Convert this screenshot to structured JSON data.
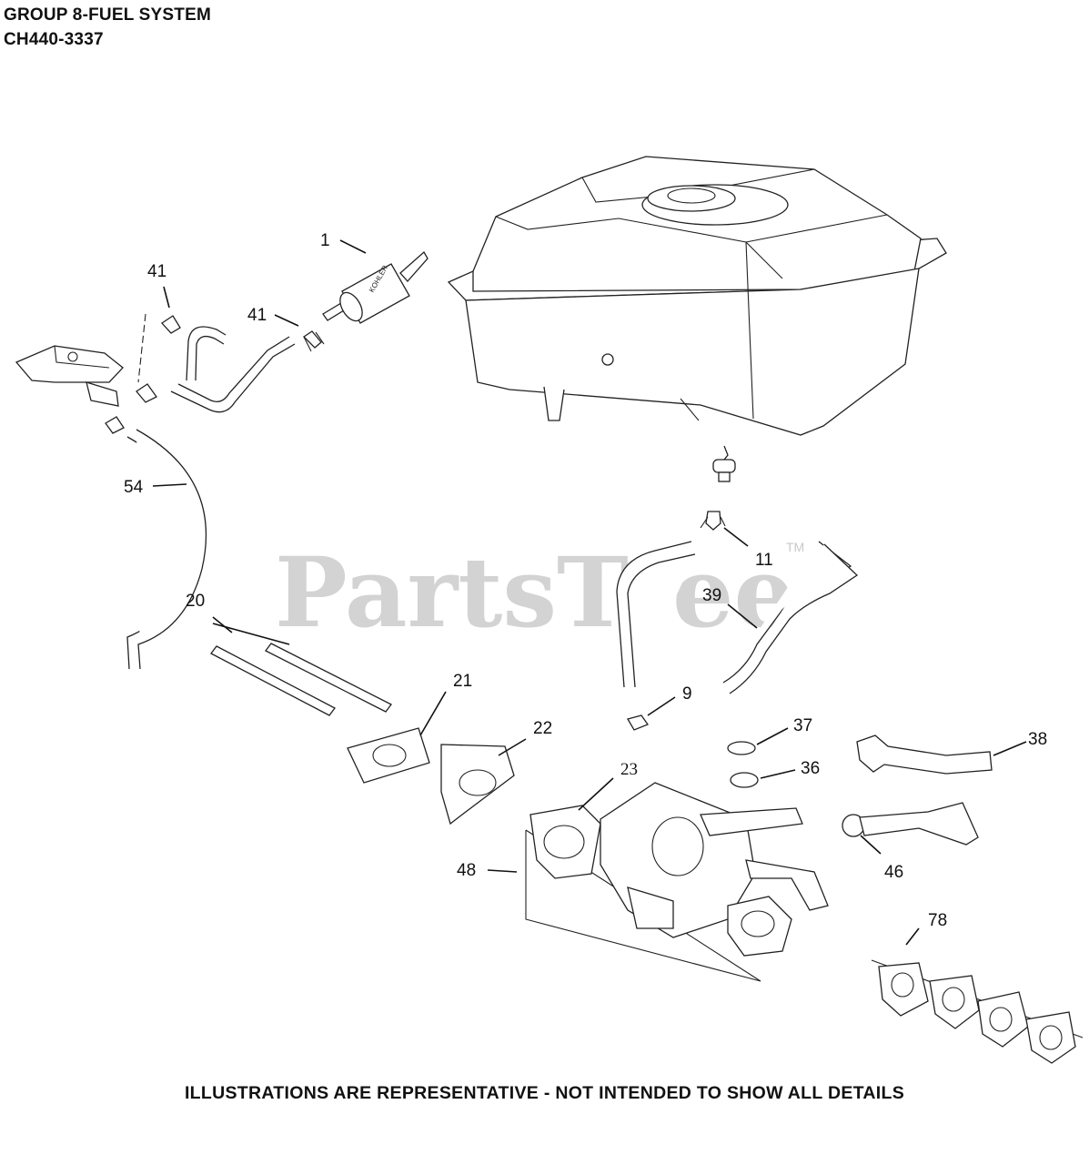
{
  "header": {
    "title": "GROUP 8-FUEL SYSTEM",
    "model": "CH440-3337"
  },
  "footer": "ILLUSTRATIONS ARE REPRESENTATIVE - NOT INTENDED TO SHOW ALL DETAILS",
  "watermark": {
    "brand": "PartsTree",
    "tm": "TM",
    "color": "#d3d3d3"
  },
  "callouts": {
    "c1": "1",
    "c41a": "41",
    "c41b": "41",
    "c54": "54",
    "c11": "11",
    "c39": "39",
    "c20": "20",
    "c21": "21",
    "c22": "22",
    "c9": "9",
    "c37": "37",
    "c38": "38",
    "c36": "36",
    "c23": "23",
    "c48": "48",
    "c46": "46",
    "c78": "78"
  }
}
